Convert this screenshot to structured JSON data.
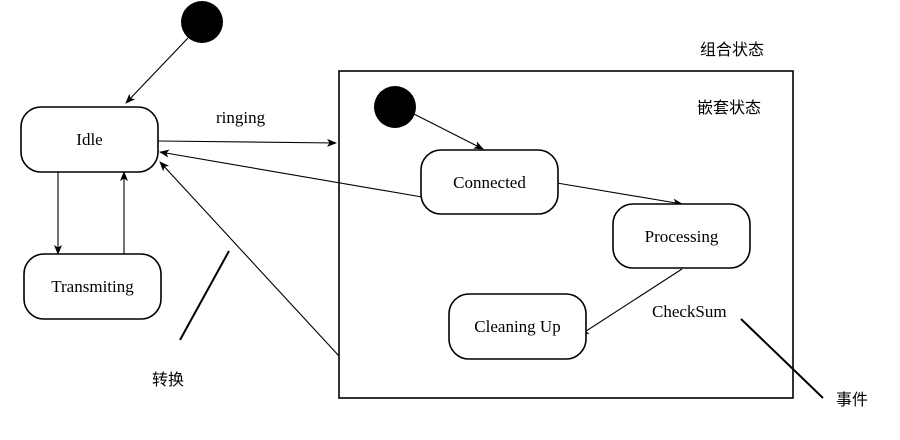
{
  "labels": {
    "composite_state": "组合状态",
    "nested_state": "嵌套状态",
    "transition": "转换",
    "event": "事件",
    "ringing": "ringing",
    "checksum": "CheckSum"
  },
  "states": {
    "idle": "Idle",
    "transmitting": "Transmiting",
    "connected": "Connected",
    "processing": "Processing",
    "cleaning_up": "Cleaning Up"
  },
  "colors": {
    "line": "#000000",
    "background": "#ffffff"
  }
}
